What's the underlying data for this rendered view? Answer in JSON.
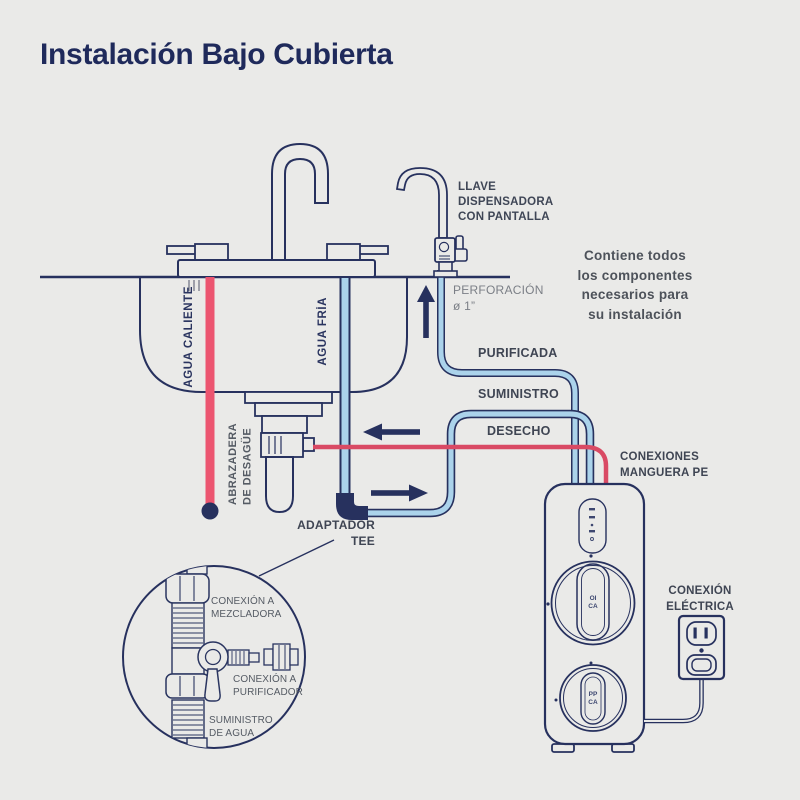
{
  "colors": {
    "background": "#eaeae8",
    "line_navy": "#27315e",
    "title_navy": "#1f2a5b",
    "hot_pipe_red": "#ec5570",
    "waste_red": "#d94a64",
    "tube_blue": "#abd3eb",
    "label_slate": "#3f4553",
    "label_gray": "#7b7f86"
  },
  "title": "Instalación Bajo Cubierta",
  "diagram": {
    "faucet_label": "LLAVE\nDISPENSADORA\nCON PANTALLA",
    "note": "Contiene todos\nlos componentes\nnecesarios para\nsu instalación",
    "perforation": "PERFORACIÓN\nø 1”",
    "line_purified": "PURIFICADA",
    "line_supply": "SUMINISTRO",
    "line_waste": "DESECHO",
    "hot_water": "AGUA CALIENTE",
    "cold_water": "AGUA FRÍA",
    "drain_clamp": "ABRAZADERA\nDE DESAGÜE",
    "tee_adapter": "ADAPTADOR\nTEE",
    "pe_hose": "CONEXIONES\nMANGUERA PE",
    "electrical": "CONEXIÓN\nELÉCTRICA",
    "purifier": {
      "f1_top": "OI",
      "f1_bot": "CA",
      "f2_top": "PP",
      "f2_bot": "CA"
    },
    "inset": {
      "mixer": "CONEXIÓN A\nMEZCLADORA",
      "purifier": "CONEXIÓN A\nPURIFICADOR",
      "supply": "SUMINISTRO\nDE AGUA"
    }
  }
}
